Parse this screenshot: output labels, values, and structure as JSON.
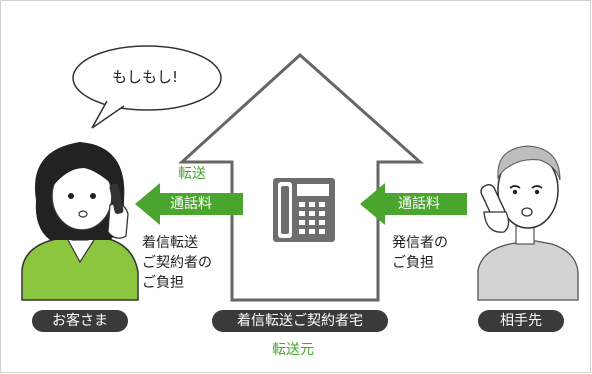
{
  "speech_bubble": "もしもし!",
  "left_arrow": {
    "top_label": "転送",
    "inner_label": "通話料"
  },
  "right_arrow": {
    "inner_label": "通話料"
  },
  "left_note": [
    "着信転送",
    "ご契約者の",
    "ご負担"
  ],
  "right_note": [
    "発信者の",
    "ご負担"
  ],
  "labels": {
    "customer": "お客さま",
    "house": "着信転送ご契約者宅",
    "house_sub": "転送元",
    "caller": "相手先"
  },
  "colors": {
    "accent": "#4aa52e",
    "label_bg": "#3a3a3a",
    "outline": "#666666",
    "phone": "#6e6e6e"
  }
}
